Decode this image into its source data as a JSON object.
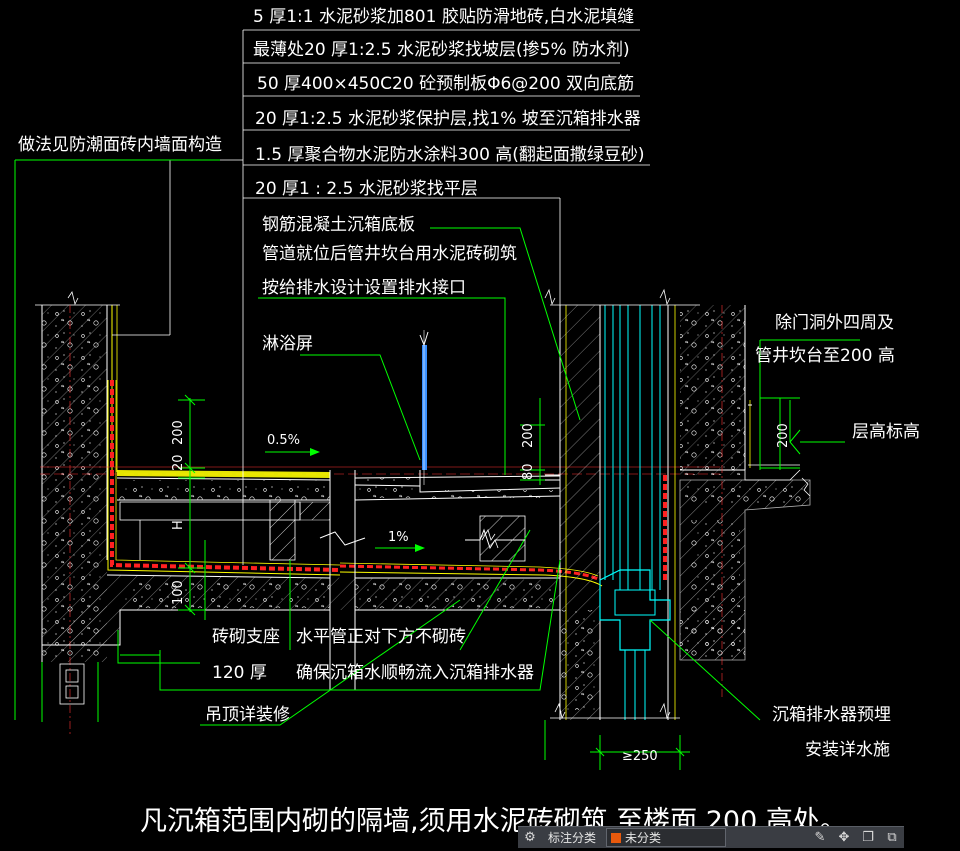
{
  "notes": {
    "layer1": "5 厚1:1  水泥砂浆加801  胶贴防滑地砖,白水泥填缝",
    "layer2": "最薄处20  厚1:2.5   水泥砂浆找坡层(掺5% 防水剂)",
    "layer3": "50  厚400×450C20         砼预制板Φ6@200    双向底筋",
    "layer4": "20  厚1:2.5    水泥砂浆保护层,找1% 坡至沉箱排水器",
    "layer5": "1.5  厚聚合物水泥防水涂料300    高(翻起面撒绿豆砂)",
    "layer6": "20  厚1 : 2.5  水泥砂浆找平层",
    "slab": "钢筋混凝土沉箱底板",
    "pipe_wall": "管道就位后管井坎台用水泥砖砌筑",
    "interface": "按给排水设计设置排水接口",
    "shower": "淋浴屏",
    "wall_ref": "做法见防潮面砖内墙面构造",
    "curb1": "除门洞外四周及",
    "curb2": "管井坎台至200  高",
    "floor_level": "层高标高",
    "support": "砖砌支座",
    "no_brick": "水平管正对下方不砌砖",
    "thick120": "120  厚",
    "ensure_flow": "确保沉箱水顺畅流入沉箱排水器",
    "ceiling": "吊顶详装修",
    "drain1": "沉箱排水器预埋",
    "drain2": "安装详水施",
    "footer": "凡沉箱范围内砌的隔墙,须用水泥砖砌筑 至楼面 200  高处。"
  },
  "dims": {
    "d200a": "200",
    "d20": "20",
    "dH": "H",
    "d100": "100",
    "slope05": "0.5%",
    "slope1": "1%",
    "d200b": "200",
    "d80": "80",
    "d200c": "200",
    "d250": "≥250"
  },
  "toolbar": {
    "label": "标注分类",
    "value": "未分类"
  }
}
